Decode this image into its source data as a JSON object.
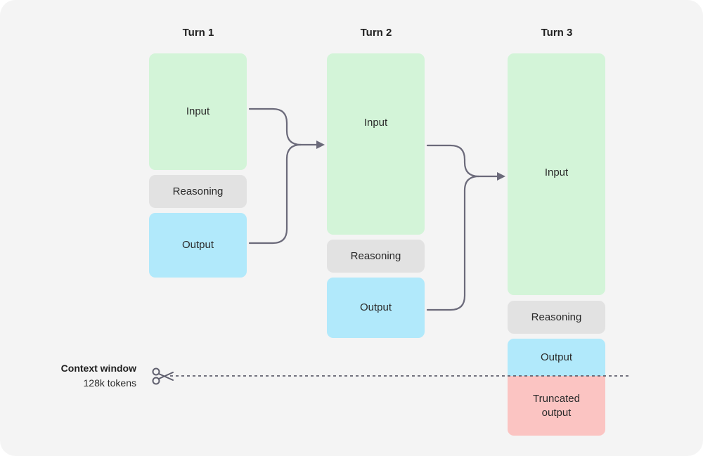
{
  "turns": [
    {
      "title": "Turn 1",
      "input": "Input",
      "reasoning": "Reasoning",
      "output": "Output"
    },
    {
      "title": "Turn 2",
      "input": "Input",
      "reasoning": "Reasoning",
      "output": "Output"
    },
    {
      "title": "Turn 3",
      "input": "Input",
      "reasoning": "Reasoning",
      "output": "Output",
      "truncated": "Truncated output"
    }
  ],
  "context_window": {
    "title": "Context window",
    "tokens": "128k tokens",
    "icon": "scissors-icon"
  },
  "colors": {
    "input": "#d3f4d8",
    "reasoning": "#e2e2e2",
    "output": "#b1e9fb",
    "truncated": "#fbc4c2",
    "connector": "#6b6a7a",
    "cutline": "#5f5f6e"
  }
}
